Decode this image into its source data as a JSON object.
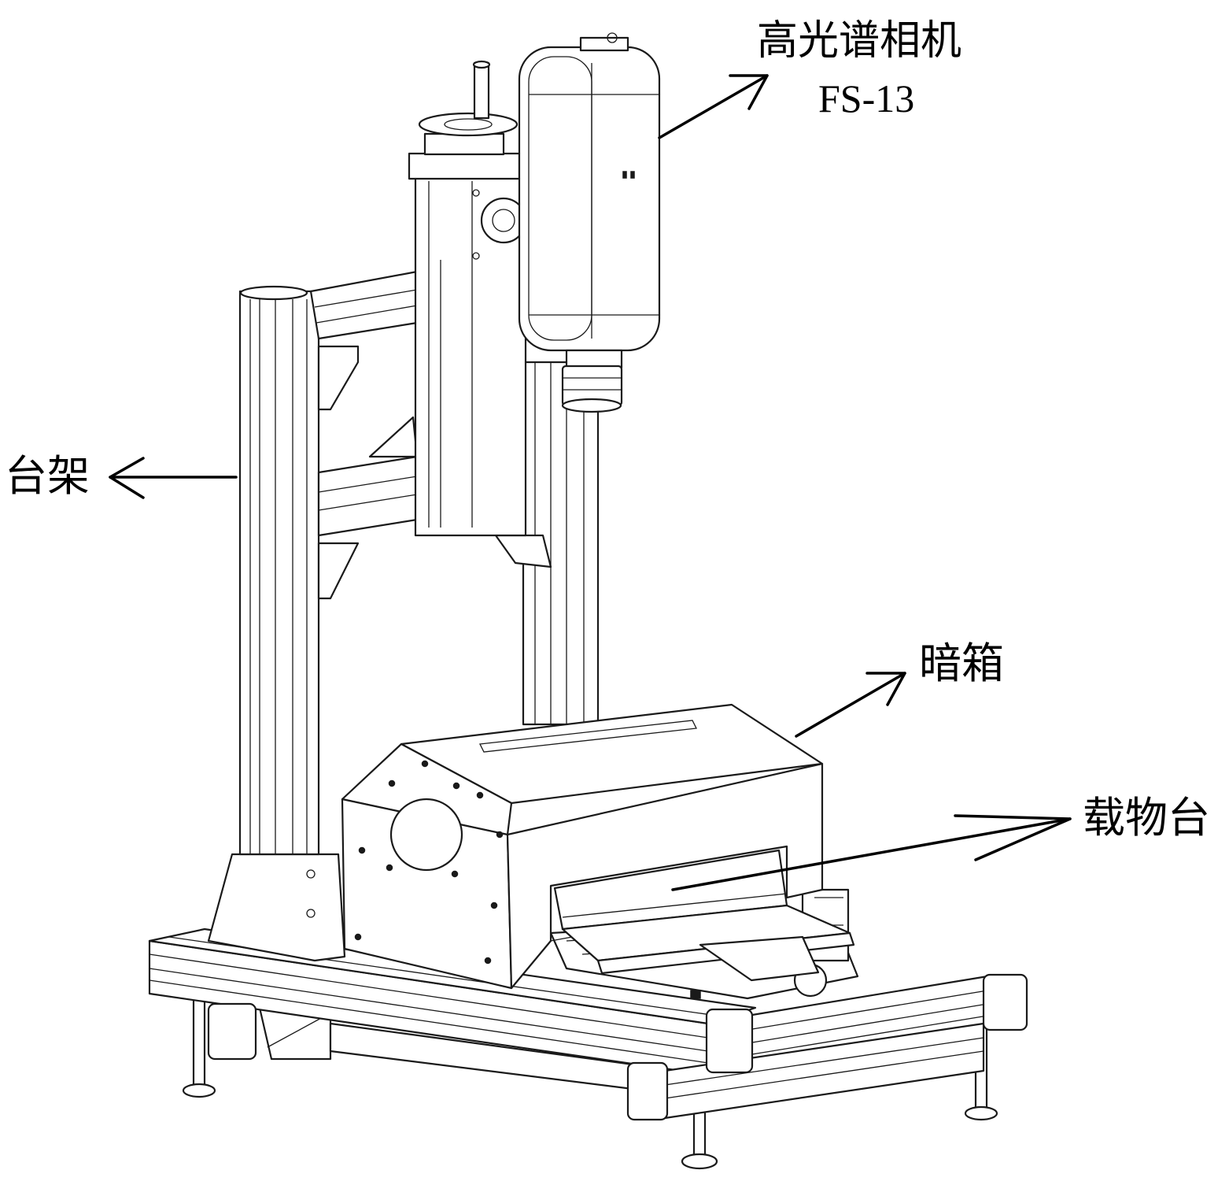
{
  "labels": {
    "camera_line1": "高光谱相机",
    "camera_line2": "FS-13",
    "frame": "台架",
    "dark_box": "暗箱",
    "stage": "载物台"
  },
  "colors": {
    "line": "#1a1a1a",
    "background": "#ffffff"
  }
}
